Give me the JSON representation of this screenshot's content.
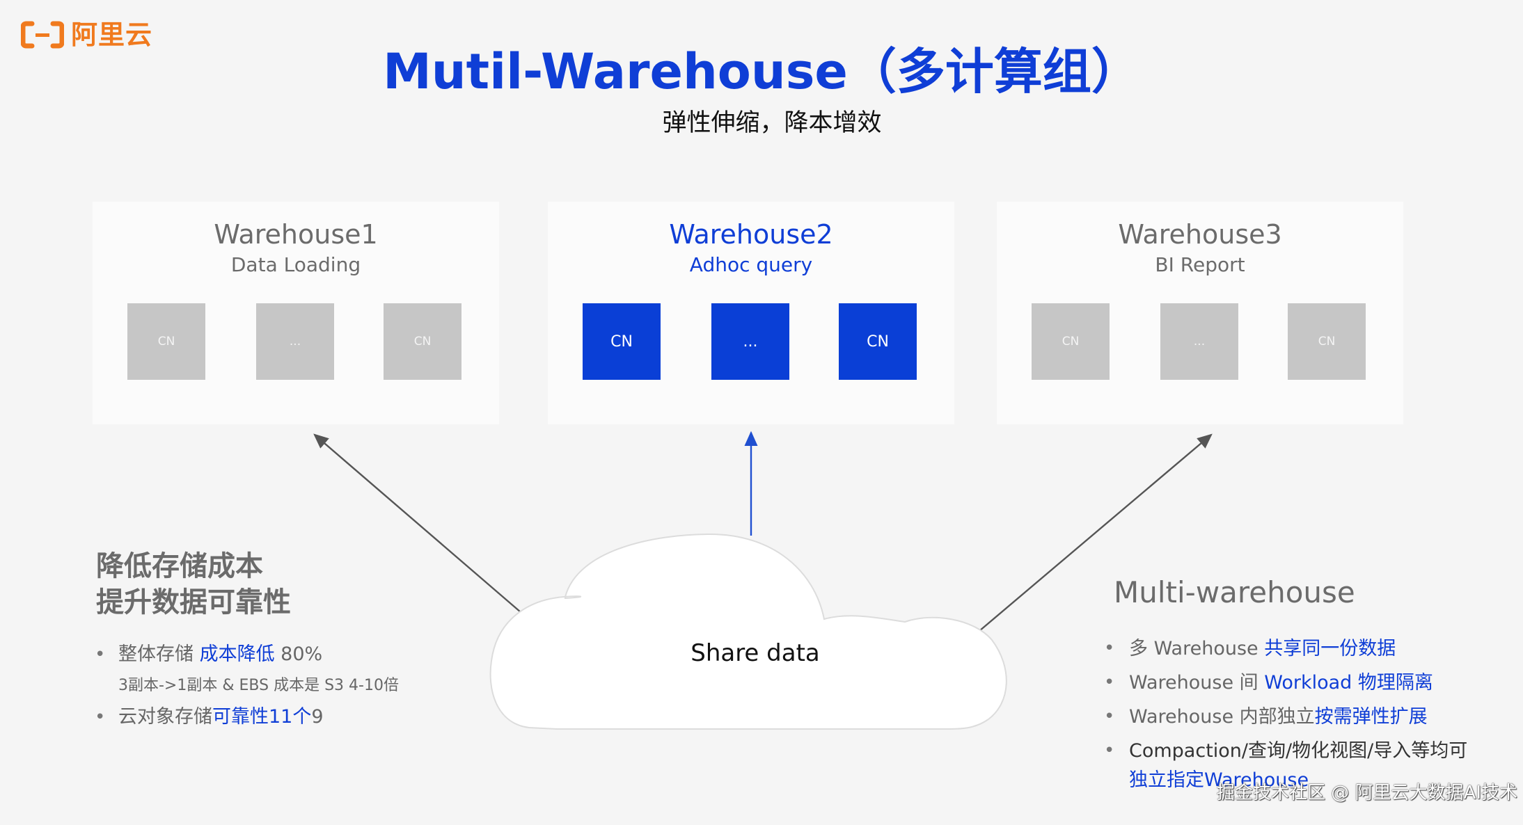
{
  "logo": {
    "text": "阿里云",
    "icon": "aliyun-bracket-logo",
    "color": "#f07a1e"
  },
  "header": {
    "title": "Mutil-Warehouse（多计算组）",
    "subtitle": "弹性伸缩，降本增效",
    "title_color": "#0f3ed6"
  },
  "warehouses": [
    {
      "name": "Warehouse1",
      "workload": "Data Loading",
      "active": false,
      "nodes": [
        "CN",
        "...",
        "CN"
      ]
    },
    {
      "name": "Warehouse2",
      "workload": "Adhoc query",
      "active": true,
      "nodes": [
        "CN",
        "...",
        "CN"
      ]
    },
    {
      "name": "Warehouse3",
      "workload": "BI Report",
      "active": false,
      "nodes": [
        "CN",
        "...",
        "CN"
      ]
    }
  ],
  "colors": {
    "active": "#0a3fd6",
    "inactive_node": "#c6c6c6",
    "text_gray": "#666666"
  },
  "shared_storage": {
    "label": "Share data",
    "icon": "cloud-icon"
  },
  "left_panel": {
    "heading_line1": "降低存储成本",
    "heading_line2": "提升数据可靠性",
    "bullets": [
      {
        "plain": "整体存储 ",
        "highlight": "成本降低",
        "suffix": " 80%"
      },
      {
        "sub": "3副本->1副本 & EBS 成本是 S3 4-10倍"
      },
      {
        "plain": "云对象存储",
        "highlight": "可靠性11个",
        "suffix": "9"
      }
    ]
  },
  "right_panel": {
    "heading": "Multi-warehouse",
    "bullets": [
      {
        "plain": "多 Warehouse ",
        "highlight": "共享同一份数据"
      },
      {
        "plain": "Warehouse 间 ",
        "highlight": "Workload 物理隔离"
      },
      {
        "plain": "Warehouse 内部独立",
        "highlight": "按需弹性扩展"
      },
      {
        "plain": "Compaction/查询/物化视图/导入等均可",
        "highlight": "独立指定Warehouse"
      }
    ]
  },
  "watermark": "掘金技术社区 @ 阿里云大数据AI技术"
}
